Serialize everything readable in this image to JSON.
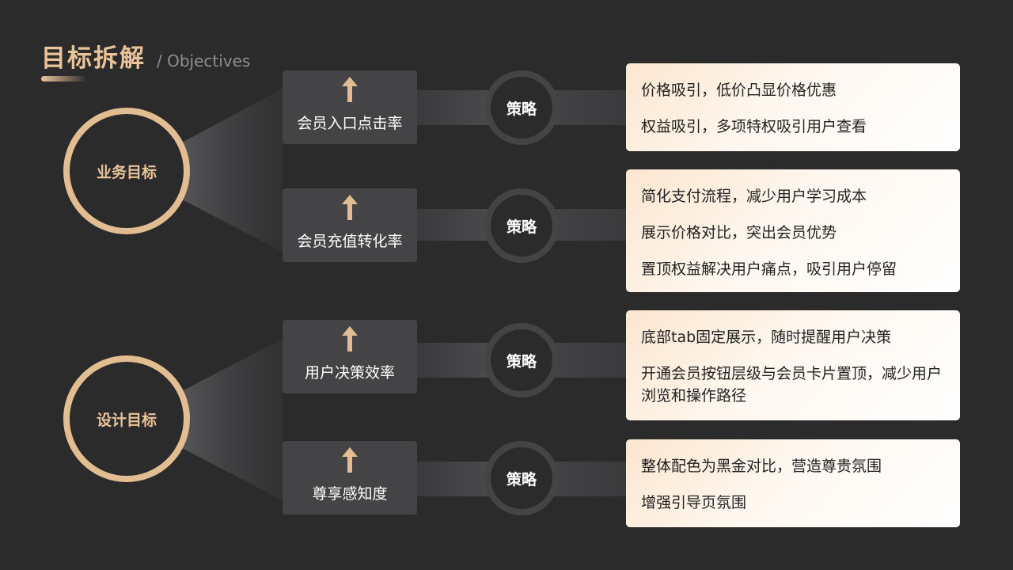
{
  "header": {
    "title": "目标拆解",
    "subtitle": "/ Objectives"
  },
  "goals": [
    {
      "label": "业务目标"
    },
    {
      "label": "设计目标"
    }
  ],
  "metrics": [
    {
      "label": "会员入口点击率"
    },
    {
      "label": "会员充值转化率"
    },
    {
      "label": "用户决策效率"
    },
    {
      "label": "尊享感知度"
    }
  ],
  "strategy_label": "策略",
  "cards": [
    {
      "lines": [
        "价格吸引，低价凸显价格优惠",
        "权益吸引，多项特权吸引用户查看"
      ]
    },
    {
      "lines": [
        "简化支付流程，减少用户学习成本",
        "展示价格对比，突出会员优势",
        "置顶权益解决用户痛点，吸引用户停留"
      ]
    },
    {
      "lines": [
        "底部tab固定展示，随时提醒用户决策",
        "开通会员按钮层级与会员卡片置顶，减少用户浏览和操作路径"
      ]
    },
    {
      "lines": [
        "整体配色为黑金对比，营造尊贵氛围",
        "增强引导页氛围"
      ]
    }
  ],
  "colors": {
    "background": "#2b2b2c",
    "gold": "#e9c39a",
    "ring_gold": "#e3bd92",
    "metric_box": "#444446",
    "strategy_ring": "#444446"
  }
}
